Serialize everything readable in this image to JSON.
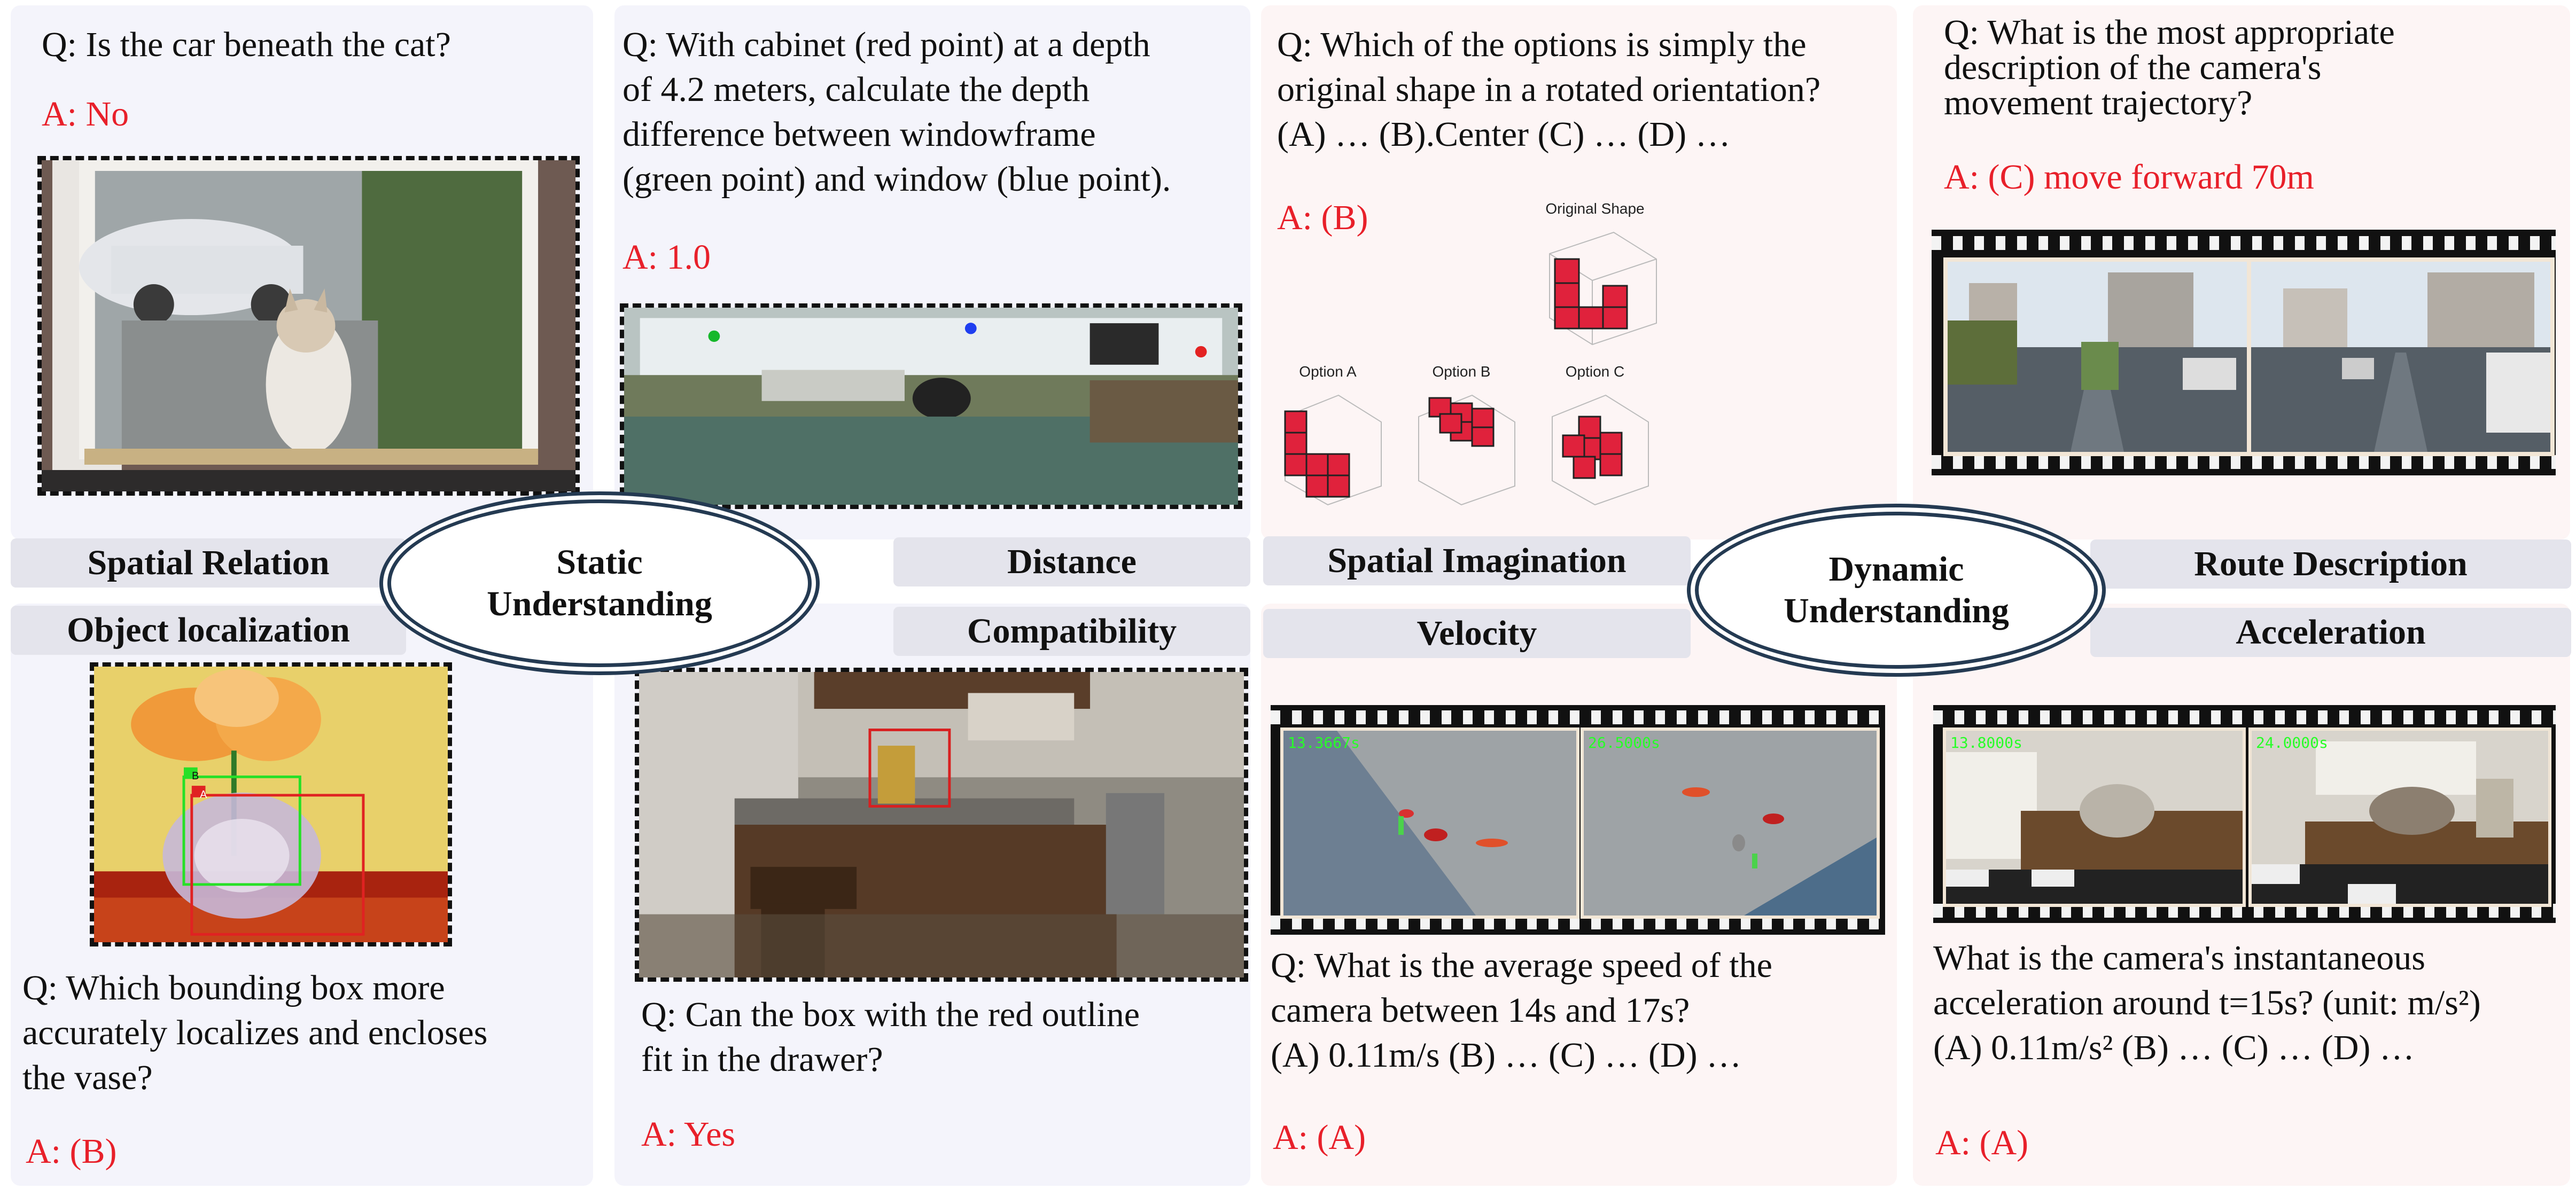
{
  "colors": {
    "answer": "#e8202a",
    "panel_blue": "#f4f4fb",
    "panel_pink": "#fdf5f5",
    "bar": "#e4e4ec",
    "ellipse_border": "#243a52"
  },
  "static_understanding": {
    "center_label": "Static\nUnderstanding",
    "spatial_relation": {
      "title": "Spatial Relation",
      "question": "Q: Is the car beneath the cat?",
      "answer": "A: No"
    },
    "distance": {
      "title": "Distance",
      "question": "Q: With cabinet (red point) at a depth\nof 4.2 meters, calculate the depth\ndifference between windowframe\n(green point) and window (blue point).",
      "answer": "A: 1.0"
    },
    "object_localization": {
      "title": "Object localization",
      "box_labels": [
        "B",
        "A"
      ],
      "question": "Q: Which bounding box more\naccurately localizes and encloses\nthe vase?",
      "answer": "A: (B)"
    },
    "compatibility": {
      "title": "Compatibility",
      "question": "Q: Can the box with the red outline\nfit in the drawer?",
      "answer": "A: Yes"
    }
  },
  "dynamic_understanding": {
    "center_label": "Dynamic\nUnderstanding",
    "spatial_imagination": {
      "title": "Spatial Imagination",
      "question": "Q: Which of the options is simply the\noriginal shape in a rotated orientation?\n(A) … (B).Center (C) … (D) …",
      "answer": "A: (B)",
      "original_label": "Original Shape",
      "option_labels": [
        "Option A",
        "Option B",
        "Option C"
      ]
    },
    "route_description": {
      "title": "Route Description",
      "question": "Q: What is the most appropriate\ndescription of the camera's\nmovement trajectory?",
      "answer": "A:  (C) move forward 70m"
    },
    "velocity": {
      "title": "Velocity",
      "timestamps": [
        "13.3667s",
        "26.5000s"
      ],
      "question": "Q: What is the average speed of the\ncamera between 14s and 17s?\n(A) 0.11m/s (B) … (C) … (D) …",
      "answer": "A: (A)"
    },
    "acceleration": {
      "title": "Acceleration",
      "timestamps": [
        "13.8000s",
        "24.0000s"
      ],
      "question": "What is the camera's instantaneous\nacceleration around t=15s? (unit: m/s²)\n(A) 0.11m/s² (B) … (C) … (D) …",
      "answer": "A: (A)"
    }
  }
}
